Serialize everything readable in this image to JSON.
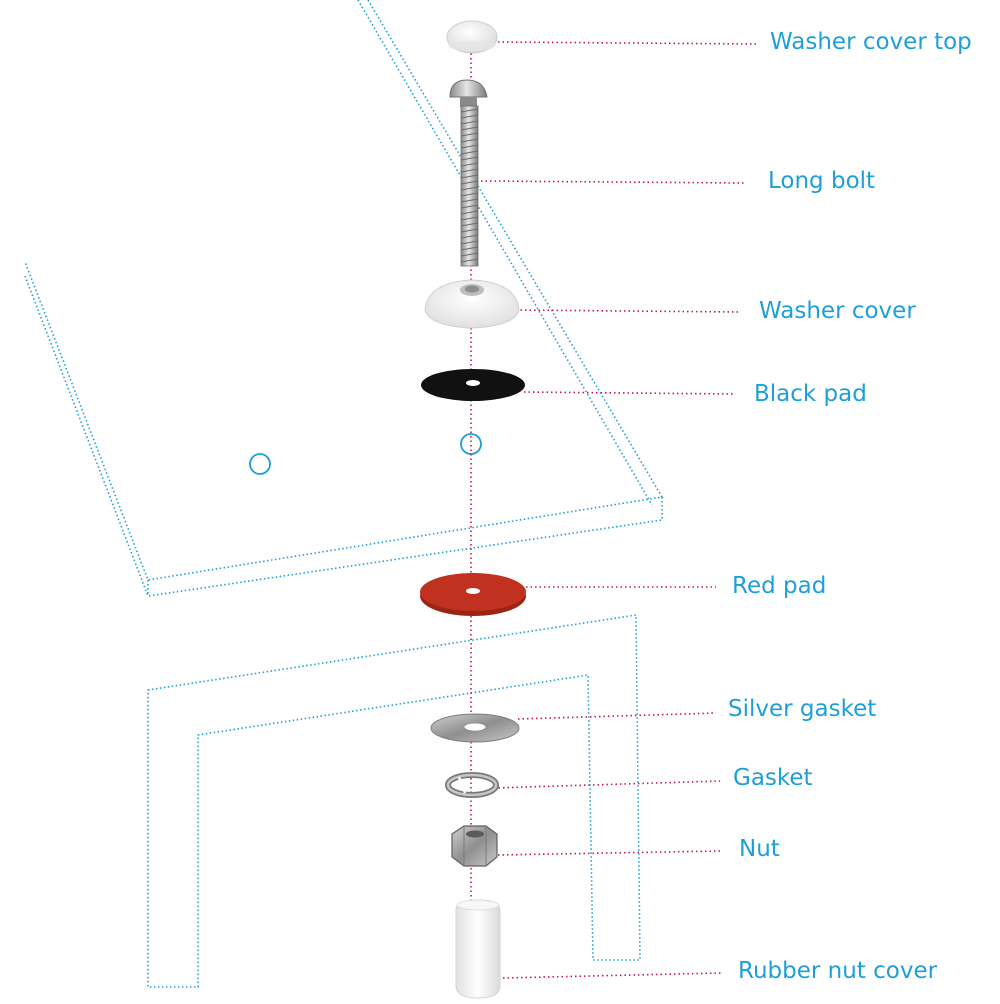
{
  "colors": {
    "outline": "#1f9fd8",
    "leader": "#c2185b",
    "label": "#1f9fd8",
    "red_pad": "#c0321f",
    "black_pad": "#111111",
    "white_part": "#f4f4f4",
    "metal": "#a9a9a9"
  },
  "labels": {
    "washer_cover_top": "Washer cover top",
    "long_bolt": "Long bolt",
    "washer_cover": "Washer cover",
    "black_pad": "Black pad",
    "red_pad": "Red pad",
    "silver_gasket": "Silver gasket",
    "gasket": "Gasket",
    "nut": "Nut",
    "rubber_nut_cover": "Rubber nut cover"
  },
  "icons": {
    "washer_cover_top": "dome-cap-icon",
    "long_bolt": "carriage-bolt-icon",
    "washer_cover": "conical-washer-icon",
    "black_pad": "flat-washer-icon",
    "red_pad": "flat-washer-icon",
    "silver_gasket": "flat-washer-icon",
    "gasket": "spring-washer-icon",
    "nut": "hex-nut-icon",
    "rubber_nut_cover": "cap-sleeve-icon"
  }
}
